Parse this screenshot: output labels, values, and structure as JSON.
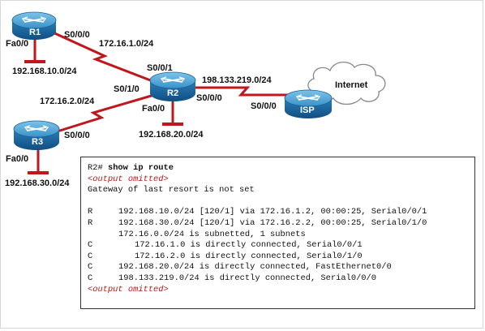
{
  "diagram": {
    "routers": {
      "r1": "R1",
      "r2": "R2",
      "r3": "R3",
      "isp": "ISP"
    },
    "cloud_label": "Internet",
    "interfaces": {
      "r1_fa": "Fa0/0",
      "r1_s000": "S0/0/0",
      "r2_s001": "S0/0/1",
      "r2_s010": "S0/1/0",
      "r2_s000": "S0/0/0",
      "r2_fa": "Fa0/0",
      "r3_s000": "S0/0/0",
      "r3_fa": "Fa0/0",
      "isp_s000": "S0/0/0"
    },
    "networks": {
      "r1_lan": "192.168.10.0/24",
      "r1_r2_link": "172.16.1.0/24",
      "r2_r3_link": "172.16.2.0/24",
      "r2_isp_link": "198.133.219.0/24",
      "r2_lan": "192.168.20.0/24",
      "r3_lan": "192.168.30.0/24"
    },
    "colors": {
      "router_body": "#1f6fa8",
      "router_top": "#4ea6d6",
      "link": "#c0161d",
      "lan_bar": "#c0161d"
    }
  },
  "console": {
    "prompt": "R2# ",
    "command": "show ip route",
    "omitted": "<output omitted>",
    "gateway_line": "Gateway of last resort is not set",
    "routes": [
      {
        "code": "R",
        "indent": 1,
        "text": "192.168.10.0/24 [120/1] via 172.16.1.2, 00:00:25, Serial0/0/1"
      },
      {
        "code": "R",
        "indent": 1,
        "text": "192.168.30.0/24 [120/1] via 172.16.2.2, 00:00:25, Serial0/1/0"
      },
      {
        "code": "",
        "indent": 1,
        "text": "172.16.0.0/24 is subnetted, 1 subnets"
      },
      {
        "code": "C",
        "indent": 2,
        "text": "172.16.1.0 is directly connected, Serial0/0/1"
      },
      {
        "code": "C",
        "indent": 2,
        "text": "172.16.2.0 is directly connected, Serial0/1/0"
      },
      {
        "code": "C",
        "indent": 1,
        "text": "192.168.20.0/24 is directly connected, FastEthernet0/0"
      },
      {
        "code": "C",
        "indent": 1,
        "text": "198.133.219.0/24 is directly connected, Serial0/0/0"
      }
    ]
  }
}
